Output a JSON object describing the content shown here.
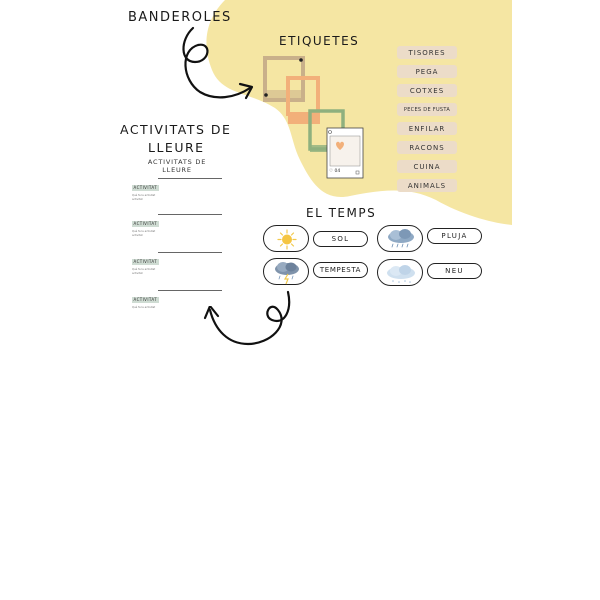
{
  "sections": {
    "banderoles": "BANDEROLES",
    "etiquetes": "ETIQUETES",
    "activitats_line1": "ACTIVITATS DE",
    "activitats_line2": "LLEURE",
    "el_temps": "EL TEMPS"
  },
  "labels": [
    "TISORES",
    "PEGA",
    "COTXES",
    "PECES DE FUSTA",
    "ENFILAR",
    "RACONS",
    "CUINA",
    "ANIMALS"
  ],
  "photo_card": {
    "likes": "♡ 04"
  },
  "activities_doc": {
    "title": "ACTIVITATS DE LLEURE",
    "subtitle": "",
    "items": [
      {
        "tag": "ACTIVITAT",
        "text1": "Què fa la activitat",
        "text2": "activitat"
      },
      {
        "tag": "ACTIVITAT",
        "text1": "Què fa la activitat",
        "text2": "activitat"
      },
      {
        "tag": "ACTIVITAT",
        "text1": "Què fa la activitat",
        "text2": "activitat"
      },
      {
        "tag": "ACTIVITAT",
        "text1": "Què fa la activitat",
        "text2": ""
      }
    ]
  },
  "weather": [
    {
      "label": "SOL",
      "icon": "sun-icon"
    },
    {
      "label": "PLUJA",
      "icon": "rain-cloud-icon"
    },
    {
      "label": "TEMPESTA",
      "icon": "storm-cloud-icon"
    },
    {
      "label": "NEU",
      "icon": "snow-cloud-icon"
    }
  ],
  "colors": {
    "blob": "#f5e6a3",
    "pill": "#ecdcc8",
    "frame_tan": "#c9b08a",
    "frame_orange": "#f2b07a",
    "frame_green": "#8fb07e",
    "activity_tag": "#cfdcd3"
  }
}
